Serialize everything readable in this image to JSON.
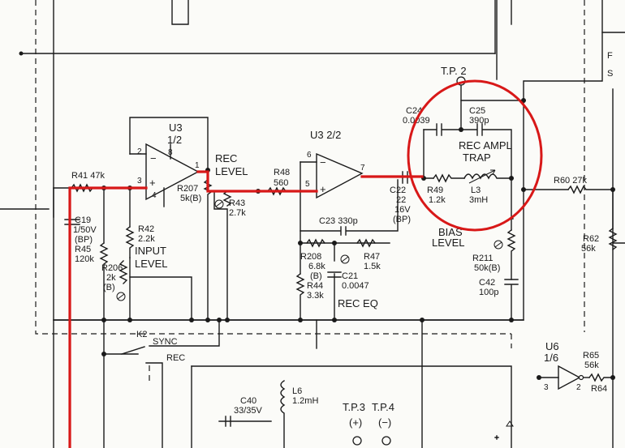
{
  "u3a": {
    "ref": "U3",
    "part": "1/2",
    "pin_inv": "2",
    "pin_noninv": "3",
    "pin_out": "1",
    "pin_vcc": "8",
    "pin_gnd": "4",
    "minus": "−",
    "plus": "+"
  },
  "u3b": {
    "ref": "U3  2/2",
    "pin_inv": "6",
    "pin_noninv": "5",
    "pin_out": "7",
    "minus": "−",
    "plus": "+"
  },
  "u6": {
    "ref": "U6",
    "part": "1/6",
    "pin_in": "3",
    "pin_out": "2"
  },
  "k2": {
    "ref": "K2",
    "sync": "SYNC",
    "rec": "REC"
  },
  "resistors": {
    "r41": {
      "ref": "R41",
      "val": "47k"
    },
    "r42": {
      "ref": "R42",
      "val": "2.2k"
    },
    "r45": {
      "ref": "R45",
      "val": "120k"
    },
    "r206": {
      "ref": "R206",
      "val": "2k",
      "note": "(B)"
    },
    "r207": {
      "ref": "R207",
      "val": "5k(B)"
    },
    "r43": {
      "ref": "R43",
      "val": "2.7k"
    },
    "r48": {
      "ref": "R48",
      "val": "560"
    },
    "r208": {
      "ref": "R208",
      "val": "6.8k",
      "note": "(B)"
    },
    "r47": {
      "ref": "R47",
      "val": "1.5k"
    },
    "r44": {
      "ref": "R44",
      "val": "3.3k"
    },
    "r49": {
      "ref": "R49",
      "val": "1.2k"
    },
    "r60": {
      "ref": "R60",
      "val": "27k"
    },
    "r62": {
      "ref": "R62",
      "val": "56k"
    },
    "r211": {
      "ref": "R211",
      "val": "50k(B)"
    },
    "r65": {
      "ref": "R65",
      "val": "56k"
    },
    "r64": {
      "ref": "R64"
    }
  },
  "capacitors": {
    "c19": {
      "ref": "C19",
      "val": "1/50V",
      "note": "(BP)"
    },
    "c23": {
      "ref": "C23",
      "val": "330p"
    },
    "c21": {
      "ref": "C21",
      "val": "0.0047"
    },
    "c24": {
      "ref": "C24",
      "val": "0.0039"
    },
    "c25": {
      "ref": "C25",
      "val": "390p"
    },
    "c22": {
      "ref": "C22",
      "val": "22",
      "volt": "16V",
      "note": "(BP)"
    },
    "c42": {
      "ref": "C42",
      "val": "100p"
    },
    "c40": {
      "ref": "C40",
      "val": "33/35V"
    }
  },
  "inductors": {
    "l3": {
      "ref": "L3",
      "val": "3mH"
    },
    "l6": {
      "ref": "L6",
      "val": "1.2mH"
    }
  },
  "labels": {
    "rec_level_1": "REC",
    "rec_level_2": "LEVEL",
    "input_level_1": "INPUT",
    "input_level_2": "LEVEL",
    "rec_eq": "REC EQ",
    "trap_1": "REC AMPL",
    "trap_2": "TRAP",
    "bias_1": "BIAS",
    "bias_2": "LEVEL",
    "tp2": "T.P. 2",
    "tp3": "T.P.3",
    "tp4": "T.P.4",
    "tp3_sign": "(+)",
    "tp4_sign": "(−)",
    "edge_f": "F",
    "edge_s": "S"
  },
  "colors": {
    "ink": "#1a1a1a",
    "highlight": "#d81818",
    "paper": "#fbfbf8"
  }
}
